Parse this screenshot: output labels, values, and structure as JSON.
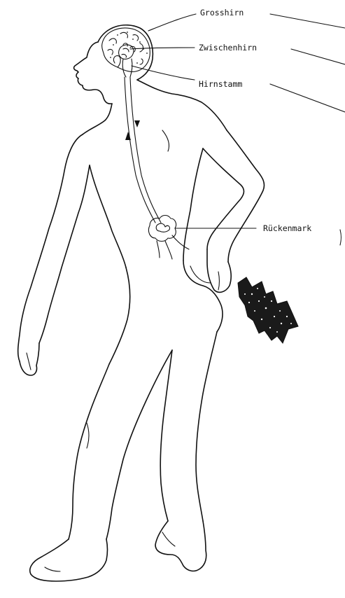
{
  "labels": {
    "grosshirn": "Grosshirn",
    "zwischenhirn": "Zwischenhirn",
    "hirnstamm": "Hirnstamm",
    "rueckenmark": "Rückenmark"
  },
  "colors": {
    "ink": "#111111",
    "background": "#ffffff"
  }
}
